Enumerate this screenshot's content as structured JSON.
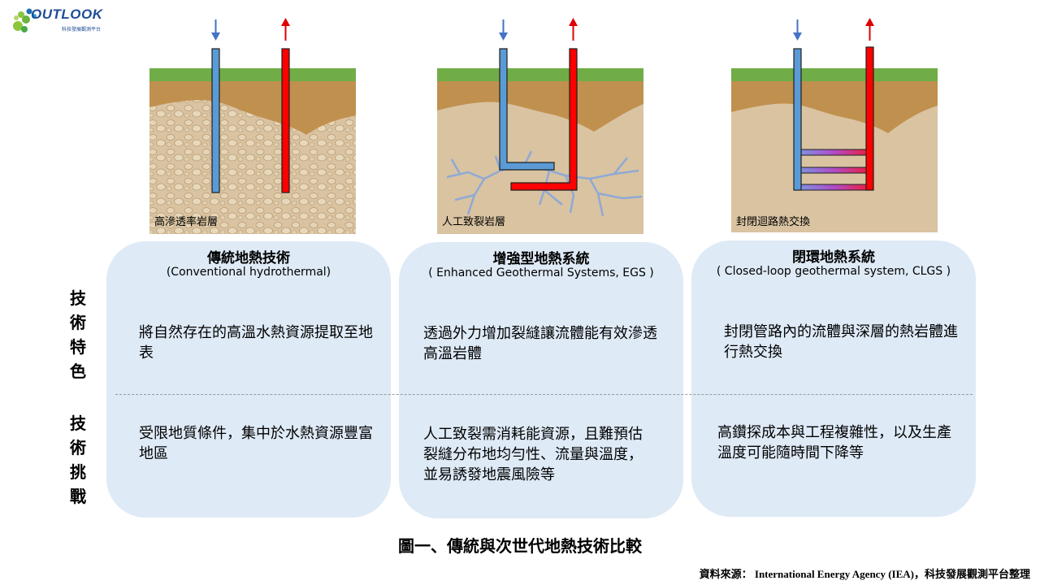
{
  "logo": {
    "word": "OUTLOOK",
    "subtitle": "科技發展觀測平台"
  },
  "diagrams": [
    {
      "rock_label": "高滲透率岩層"
    },
    {
      "rock_label": "人工致裂岩層"
    },
    {
      "rock_label": "封閉迴路熱交換"
    }
  ],
  "row_labels": {
    "features": "技術特色",
    "challenges": "技術挑戰"
  },
  "cards": [
    {
      "title": "傳統地熱技術",
      "subtitle": "(Conventional hydrothermal)",
      "feature": "將自然存在的高溫水熱資源提取至地表",
      "challenge": "受限地質條件，集中於水熱資源豐富地區"
    },
    {
      "title": "增強型地熱系統",
      "subtitle": "( Enhanced Geothermal Systems, EGS )",
      "feature": "透過外力增加裂縫讓流體能有效滲透高溫岩體",
      "challenge": "人工致裂需消耗能資源，且難預估裂縫分布地均勻性、流量與溫度，並易誘發地震風險等"
    },
    {
      "title": "閉環地熱系統",
      "subtitle": "( Closed-loop geothermal system, CLGS )",
      "feature": "封閉管路內的流體與深層的熱岩體進行熱交換",
      "challenge": "高鑽探成本與工程複雜性，以及生產溫度可能隨時間下降等"
    }
  ],
  "caption": "圖一、傳統與次世代地熱技術比較",
  "source": {
    "prefix": "資料來源：",
    "en": " International  Energy Agency (IEA)",
    "suffix": "，科技發展觀測平台整理"
  },
  "colors": {
    "grass": "#70ad47",
    "soil": "#c0904e",
    "rock": "#d9c3a1",
    "cold_pipe": "#5b9bd5",
    "hot_pipe": "#ff0000",
    "card": "#deeaf6"
  }
}
